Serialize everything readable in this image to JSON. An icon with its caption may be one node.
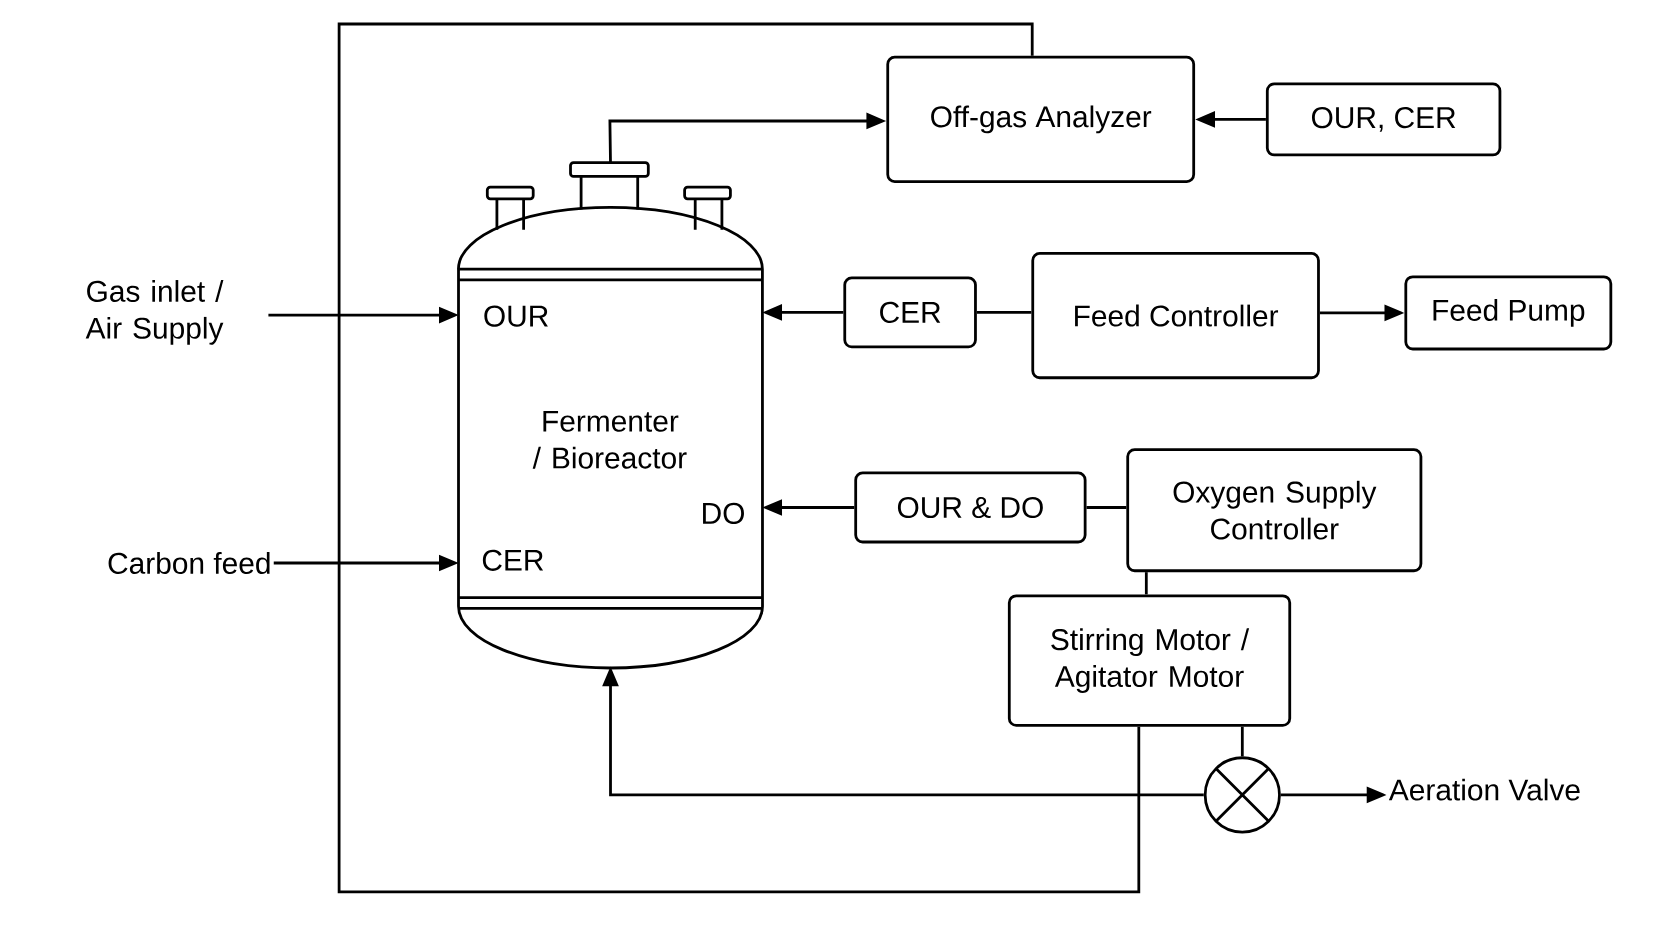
{
  "diagram": {
    "nodes": [
      {
        "text": [
          "Off-gas Analyzer"
        ]
      },
      {
        "text": [
          "OUR,  CER"
        ]
      },
      {
        "text": [
          "Fermenter / Bioreactor",
          "OUR",
          "CER",
          "DO"
        ]
      },
      {
        "text": [
          "Gas inlet / Air Supply"
        ]
      },
      {
        "text": [
          "Carbon feed"
        ]
      },
      {
        "text": [
          "CER"
        ]
      },
      {
        "text": [
          "Feed Controller"
        ]
      },
      {
        "text": [
          "Feed Pump"
        ]
      },
      {
        "text": [
          "OUR & DO"
        ]
      },
      {
        "text": [
          "Oxygen Supply Controller"
        ]
      },
      {
        "text": [
          "Stirring Motor / Agitator Motor"
        ]
      },
      {
        "text": [],
        "shape": "circle"
      },
      {
        "text": [
          "Aeration Valve"
        ]
      }
    ],
    "edges": [
      {
        "from": 2,
        "to": 0,
        "arrow": "to"
      },
      {
        "from": 1,
        "to": 0,
        "arrow": "to"
      },
      {
        "from": 0,
        "to": 10,
        "arrow": "none"
      },
      {
        "from": 3,
        "to": 2,
        "arrow": "to"
      },
      {
        "from": 4,
        "to": 2,
        "arrow": "to"
      },
      {
        "from": 5,
        "to": 2,
        "arrow": "to"
      },
      {
        "from": 6,
        "to": 5,
        "arrow": "none"
      },
      {
        "from": 6,
        "to": 7,
        "arrow": "to"
      },
      {
        "from": 8,
        "to": 2,
        "arrow": "to"
      },
      {
        "from": 9,
        "to": 8,
        "arrow": "none"
      },
      {
        "from": 9,
        "to": 10,
        "arrow": "none"
      },
      {
        "from": 10,
        "to": 11,
        "arrow": "none"
      },
      {
        "from": 11,
        "to": 2,
        "arrow": "to"
      },
      {
        "from": 11,
        "to": 12,
        "arrow": "to"
      }
    ]
  }
}
